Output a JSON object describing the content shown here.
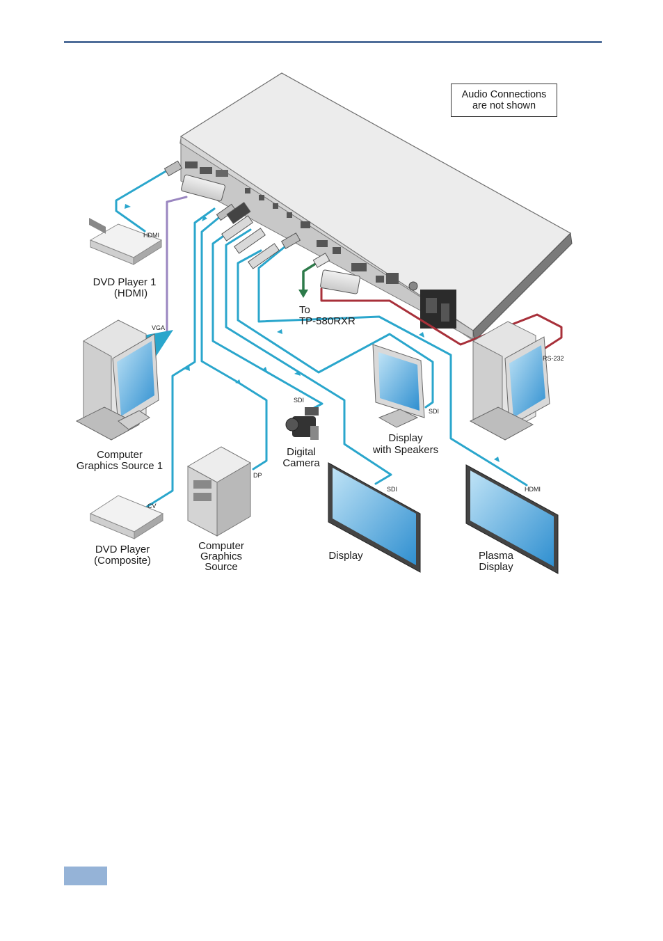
{
  "note": {
    "line1": "Audio Connections",
    "line2": "are not shown"
  },
  "sources": {
    "dvd1": {
      "line1": "DVD Player 1",
      "line2": "(HDMI)",
      "port": "HDMI"
    },
    "pc1": {
      "line1": "Computer",
      "line2": "Graphics Source 1",
      "port": "VGA"
    },
    "dvd_cv": {
      "line1": "DVD Player",
      "line2": "(Composite)",
      "port": "CV"
    },
    "pc_dp": {
      "line1": "Computer",
      "line2": "Graphics",
      "line3": "Source",
      "port": "DP"
    },
    "camera": {
      "line1": "Digital",
      "line2": "Camera",
      "port": "SDI"
    }
  },
  "outputs": {
    "tp": {
      "line1": "To",
      "line2": "TP-580RXR"
    },
    "display_speakers": {
      "line1": "Display",
      "line2": "with Speakers",
      "port": "SDI"
    },
    "display": {
      "line1": "Display",
      "port": "SDI"
    },
    "plasma": {
      "line1": "Plasma",
      "line2": "Display",
      "port": "HDMI"
    },
    "control_pc": {
      "port": "RS-232"
    }
  },
  "colors": {
    "video_cable": "#2aa6cc",
    "vga_cable": "#9a86c0",
    "rs232_cable": "#a8303a",
    "tp_arrow": "#2d7a4a",
    "accent": "#4f6d99"
  }
}
